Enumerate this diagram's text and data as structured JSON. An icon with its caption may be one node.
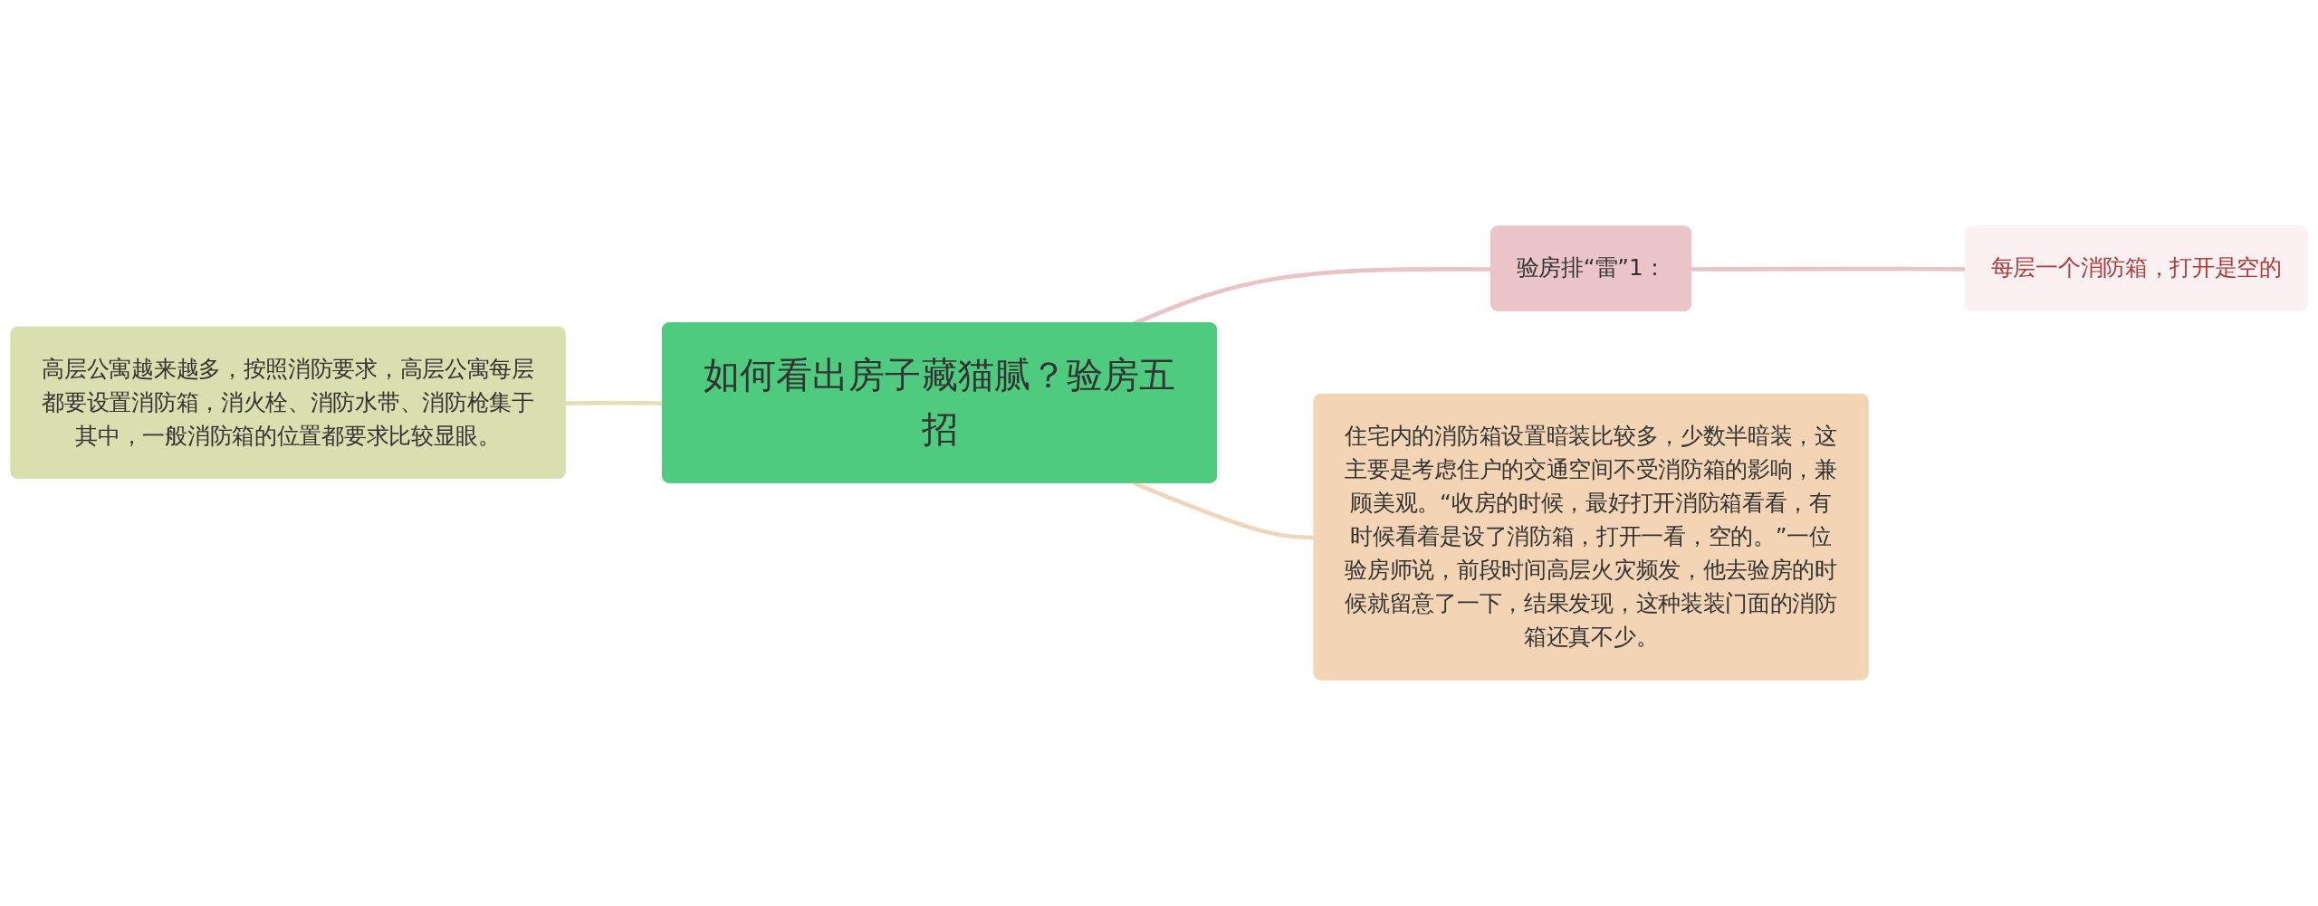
{
  "diagram": {
    "nodes": [
      {
        "text": [
          "高层公寓越来越多，按照消防要求，高层公寓每层都要设置消防箱，消火栓、消防水带、消防枪集于其中，一般消防箱的位置都要求比较显眼。"
        ]
      },
      {
        "text": [
          "如何看出房子藏猫腻？验房五招"
        ]
      },
      {
        "text": [
          "验房排“雷”1："
        ]
      },
      {
        "text": [
          "每层一个消防箱，打开是空的"
        ]
      },
      {
        "text": [
          "住宅内的消防箱设置暗装比较多，少数半暗装，这主要是考虑住户的交通空间不受消防箱的影响，兼顾美观。“收房的时候，最好打开消防箱看看，有时候看着是设了消防箱，打开一看，空的。”一位验房师说，前段时间高层火灾频发，他去验房的时候就留意了一下，结果发现，这种装装门面的消防箱还真不少。"
        ]
      }
    ],
    "edges": [
      {
        "from": 0,
        "to": 1,
        "arrow": "none"
      },
      {
        "from": 1,
        "to": 2,
        "arrow": "none"
      },
      {
        "from": 2,
        "to": 3,
        "arrow": "none"
      },
      {
        "from": 1,
        "to": 4,
        "arrow": "none"
      }
    ]
  }
}
